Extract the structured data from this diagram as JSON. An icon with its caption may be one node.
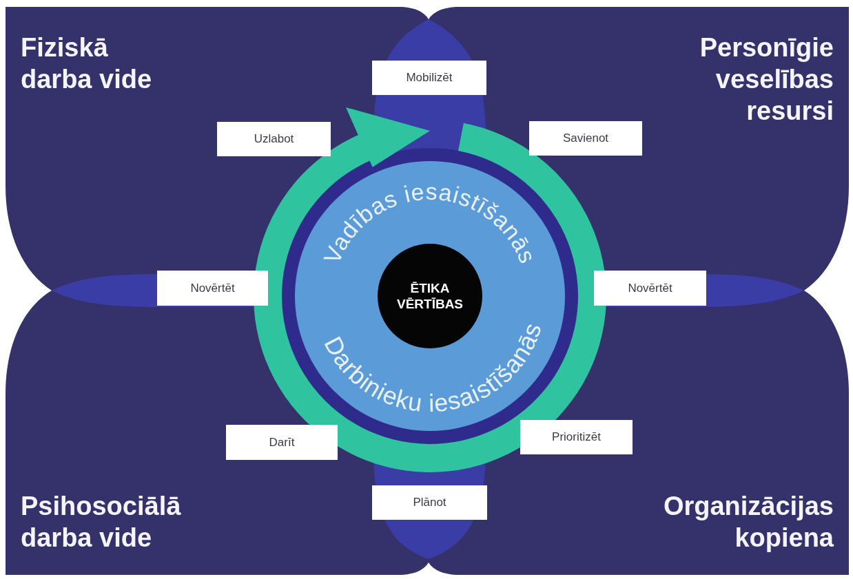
{
  "diagram": {
    "nodes": [
      {
        "text": [
          "Fiziskā darba vide"
        ]
      },
      {
        "text": [
          "Personīgie veselības resursi"
        ]
      },
      {
        "text": [
          "Mobilizēt"
        ]
      },
      {
        "text": [
          "Uzlabot"
        ],
        "in": 0
      },
      {
        "text": [
          "Savienot"
        ],
        "in": 1
      },
      {
        "text": [
          "Vadības iesaistīšanās",
          "Darbinieku iesaistīšanās"
        ]
      },
      {
        "text": [
          "ĒTIKA VĒRTĪBAS"
        ],
        "in": 5
      },
      {
        "text": [
          "Novērtēt"
        ]
      },
      {
        "text": [
          "Novērtēt"
        ]
      },
      {
        "text": [
          "Darīt"
        ],
        "in": 12
      },
      {
        "text": [
          "Prioritizēt"
        ],
        "in": 13
      },
      {
        "text": [
          "Plānot"
        ]
      },
      {
        "text": [
          "Psihosociālā darba vide"
        ]
      },
      {
        "text": [
          "Organizācijas kopiena"
        ]
      }
    ]
  }
}
